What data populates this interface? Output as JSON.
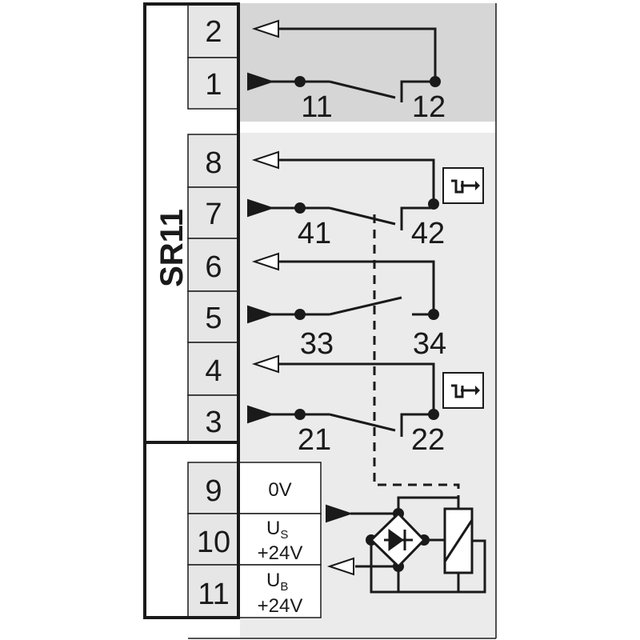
{
  "diagram": {
    "title": "SR11",
    "terminals": [
      "2",
      "1",
      "8",
      "7",
      "6",
      "5",
      "4",
      "3",
      "9",
      "10",
      "11"
    ],
    "contacts": {
      "c11": "11",
      "c12": "12",
      "c41": "41",
      "c42": "42",
      "c33": "33",
      "c34": "34",
      "c21": "21",
      "c22": "22"
    },
    "supply": {
      "t9_label": "0V",
      "t10_main": "U",
      "t10_sub": "S",
      "t10_value": "+24V",
      "t11_main": "U",
      "t11_sub": "B",
      "t11_value": "+24V"
    },
    "symbols": {
      "forced_guided_icon": "positive-opening-contact-icon"
    },
    "colors": {
      "line": "#1a1a1a",
      "panel_dark": "#d6d6d6",
      "panel_light": "#ebebeb",
      "terminal_fill": "#e6e6e6"
    }
  }
}
